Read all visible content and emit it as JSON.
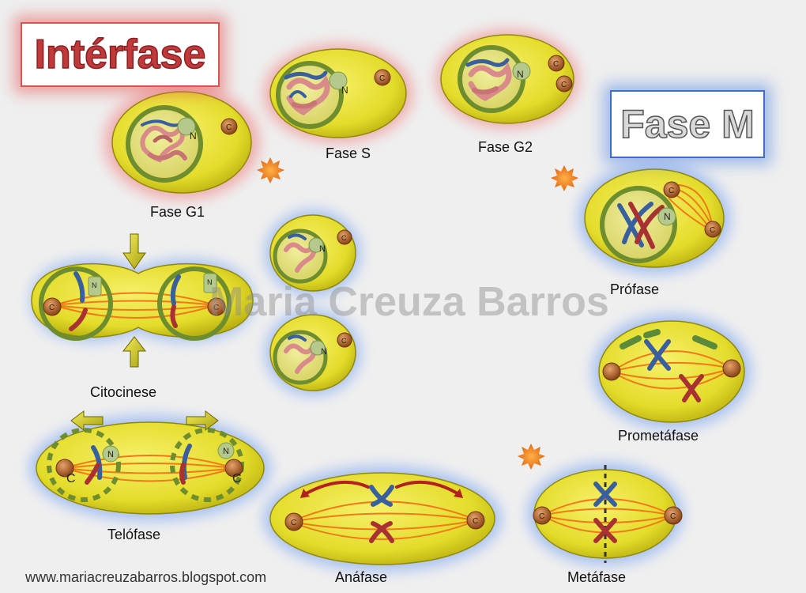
{
  "titles": {
    "interfase": "Intérfase",
    "fase_m": "Fase M"
  },
  "watermark": "Maria Creuza Barros",
  "website": "www.mariacreuzabarros.blogspot.com",
  "phases": {
    "g1": "Fase G1",
    "s": "Fase S",
    "g2": "Fase G2",
    "profase": "Prófase",
    "prometafase": "Prometáfase",
    "metafase": "Metáfase",
    "anafase": "Anáfase",
    "telofase": "Telófase",
    "citocinese": "Citocinese"
  },
  "markers": {
    "nucleolus": "N",
    "centriole": "C",
    "nucleolus_sub": "c"
  },
  "colors": {
    "background": "#efefef",
    "cytoplasm": "#e8e23a",
    "nucleus_ring": "#6e8d2f",
    "chromatin_pink": "#d98a8a",
    "chromatin_blue": "#3a5f9e",
    "chromosome_red": "#a83232",
    "spindle": "#f07a1a",
    "centriole": "#b8642a",
    "interphase_glow": "#f08080",
    "mphase_glow": "#6f9ef0"
  }
}
